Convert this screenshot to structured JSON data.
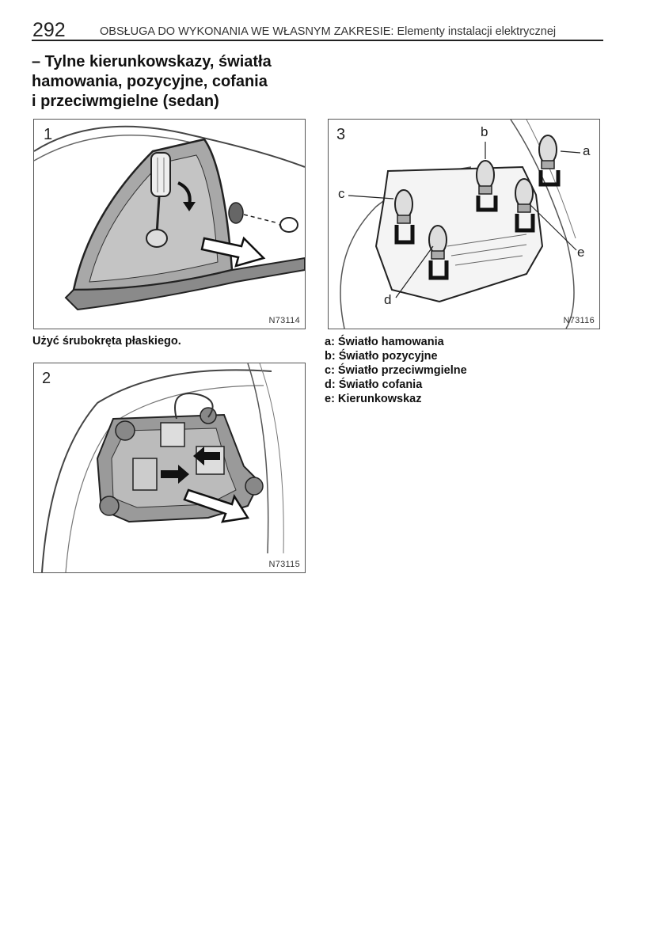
{
  "header": {
    "page_number": "292",
    "running_head": "OBSŁUGA DO WYKONANIA WE WŁASNYM ZAKRESIE: Elementy instalacji elektrycznej"
  },
  "section": {
    "title_lines": [
      "– Tylne kierunkowskazy, światła",
      "hamowania, pozycyjne, cofania",
      "i przeciwmgielne (sedan)"
    ]
  },
  "figures": [
    {
      "number": "1",
      "code": "N73114",
      "caption": "Użyć śrubokręta płaskiego."
    },
    {
      "number": "2",
      "code": "N73115"
    },
    {
      "number": "3",
      "code": "N73116",
      "callouts": [
        "a",
        "b",
        "c",
        "d",
        "e"
      ]
    }
  ],
  "legend": [
    "a: Światło hamowania",
    "b: Światło pozycyjne",
    "c: Światło przeciwmgielne",
    "d: Światło cofania",
    "e: Kierunkowskaz"
  ]
}
